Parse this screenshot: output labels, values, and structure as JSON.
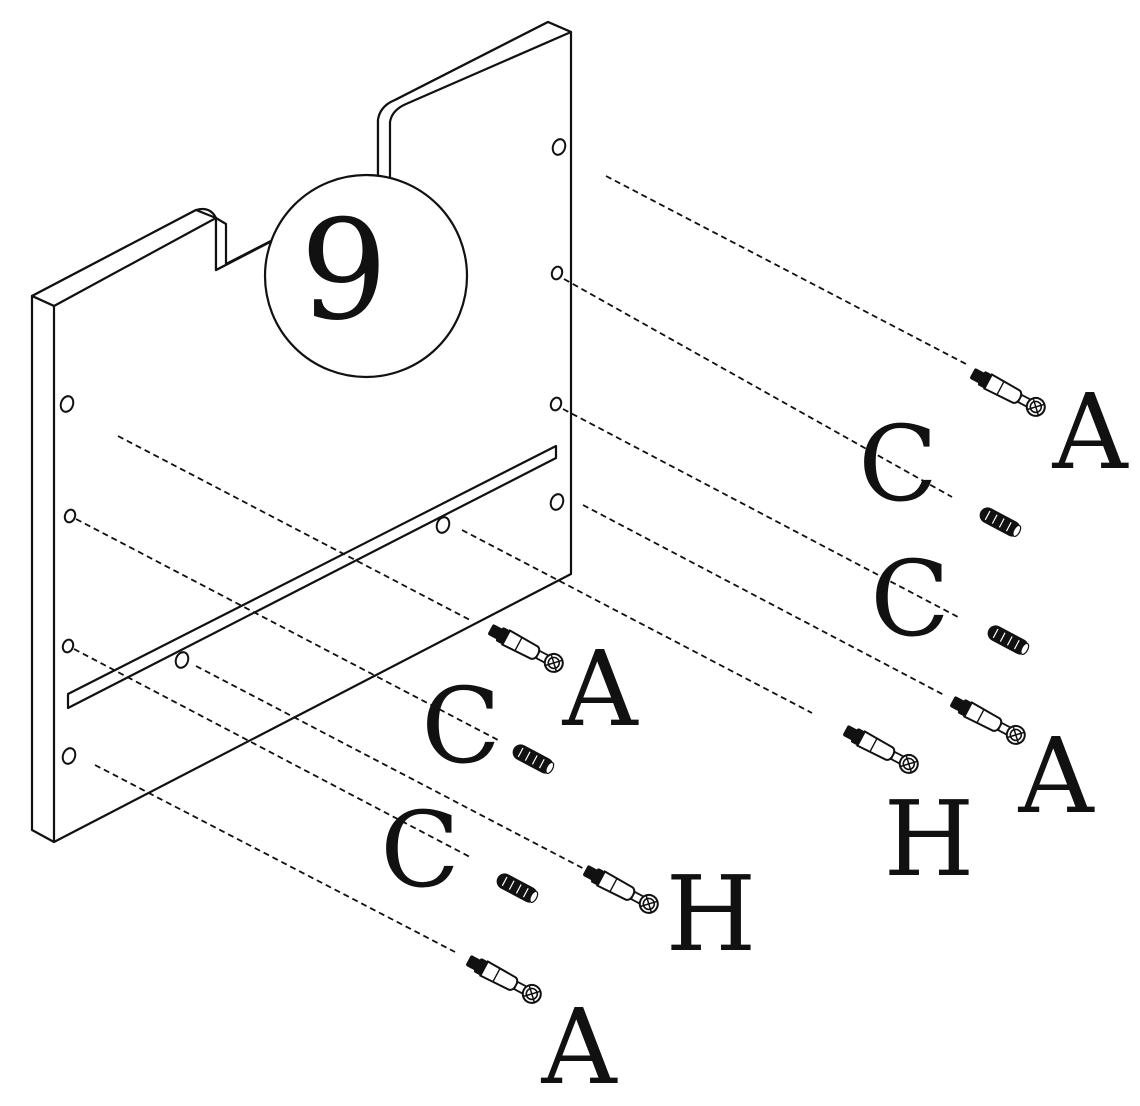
{
  "step": {
    "number": "9"
  },
  "parts": [
    {
      "id": "A",
      "type": "cam-bolt",
      "label": "A"
    },
    {
      "id": "C",
      "type": "wood-dowel",
      "label": "C"
    },
    {
      "id": "H",
      "type": "cam-bolt",
      "label": "H"
    }
  ],
  "callouts": [
    {
      "part": "A",
      "label": "A"
    },
    {
      "part": "C",
      "label": "C"
    },
    {
      "part": "C",
      "label": "C"
    },
    {
      "part": "A",
      "label": "A"
    },
    {
      "part": "H",
      "label": "H"
    },
    {
      "part": "A",
      "label": "A"
    },
    {
      "part": "C",
      "label": "C"
    },
    {
      "part": "C",
      "label": "C"
    },
    {
      "part": "H",
      "label": "H"
    },
    {
      "part": "A",
      "label": "A"
    }
  ],
  "colors": {
    "line": "#111111",
    "background": "#ffffff"
  }
}
